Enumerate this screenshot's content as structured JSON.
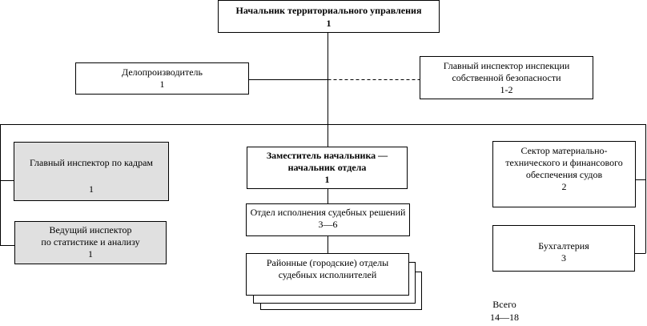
{
  "head": {
    "title": "Начальник территориального управления",
    "count": "1"
  },
  "clerk": {
    "title": "Делопроизводитель",
    "count": "1"
  },
  "security": {
    "line1": "Главный инспектор инспекции",
    "line2": "собственной  безопасности",
    "count": "1-2"
  },
  "hr": {
    "title": "Главный инспектор по кадрам",
    "count": "1"
  },
  "stats": {
    "line1": "Ведущий инспектор",
    "line2": "по статистике и анализу",
    "count": "1"
  },
  "deputy": {
    "line1": "Заместитель начальника —",
    "line2": "начальник отдела",
    "count": "1"
  },
  "enforcement": {
    "title": "Отдел исполнения судебных решений",
    "count": "3—6"
  },
  "district": {
    "line1": "Районные (городские) отделы",
    "line2": "судебных исполнителей"
  },
  "logistics": {
    "line1": "Сектор материально-",
    "line2": "технического и финансового",
    "line3": "обеспечения судов",
    "count": "2"
  },
  "accounting": {
    "title": "Бухгалтерия",
    "count": "3"
  },
  "total": {
    "label": "Всего",
    "count": "14—18"
  }
}
